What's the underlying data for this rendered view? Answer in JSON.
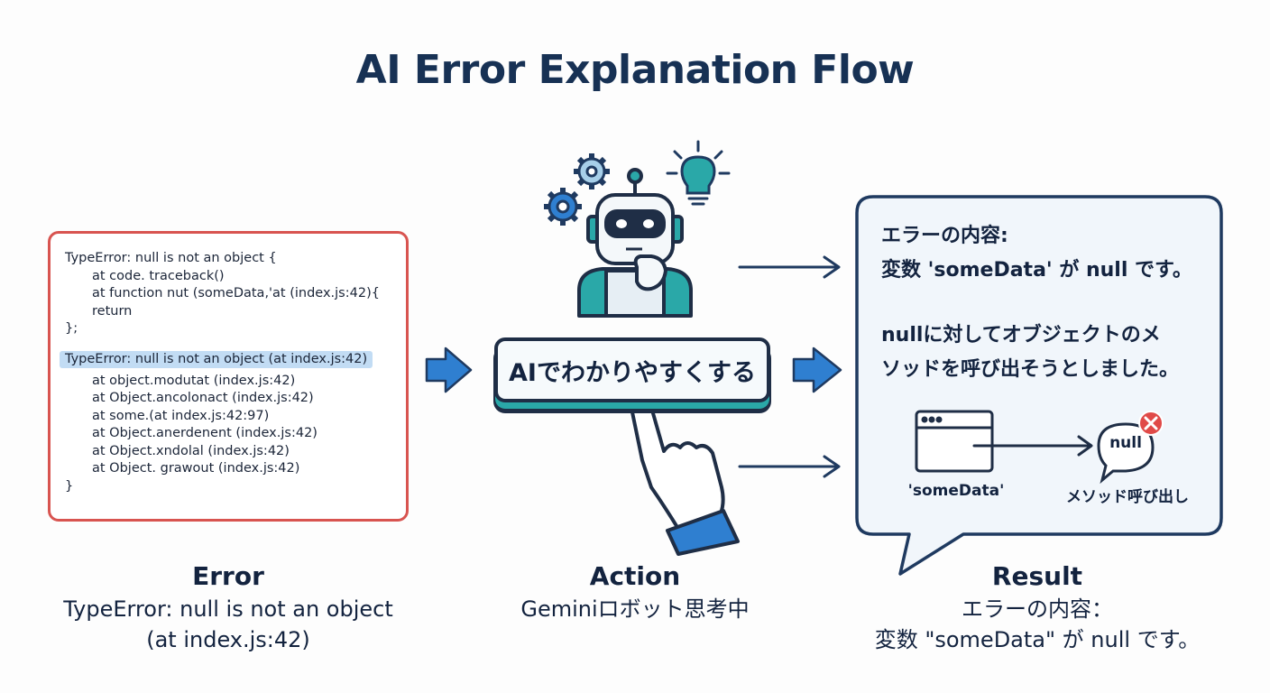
{
  "title": "AI Error Explanation Flow",
  "colors": {
    "dark_navy": "#1f2e46",
    "error_red": "#d85450",
    "teal": "#2aa8a8",
    "arrow_blue": "#2f7fd0",
    "highlight_blue": "#c2dcf4",
    "result_border": "#1f3a60",
    "result_bg": "#f1f6fb"
  },
  "error_panel": {
    "lines": [
      {
        "text": "TypeError: null is not an object {",
        "indent": false,
        "highlight": false
      },
      {
        "text": "at code. traceback()",
        "indent": true,
        "highlight": false
      },
      {
        "text": "at function nut (someData,'at (index.js:42){",
        "indent": true,
        "highlight": false
      },
      {
        "text": "return",
        "indent": true,
        "highlight": false
      },
      {
        "text": "};",
        "indent": false,
        "highlight": false
      },
      {
        "text": "",
        "indent": false,
        "highlight": false
      },
      {
        "text": "TypeError: null is not an object (at index.js:42)",
        "indent": false,
        "highlight": true
      },
      {
        "text": "at object.modutat (index.js:42)",
        "indent": true,
        "highlight": false
      },
      {
        "text": "at Object.ancolonact (index.js:42)",
        "indent": true,
        "highlight": false
      },
      {
        "text": "at some.(at index.js:42:97)",
        "indent": true,
        "highlight": false
      },
      {
        "text": "at Object.anerdenent (index.js:42)",
        "indent": true,
        "highlight": false
      },
      {
        "text": "at Object.xndolal (index.js:42)",
        "indent": true,
        "highlight": false
      },
      {
        "text": "at Object. grawout (index.js:42)",
        "indent": true,
        "highlight": false
      },
      {
        "text": "}",
        "indent": false,
        "highlight": false
      }
    ]
  },
  "action": {
    "button_label": "AIでわかりやすくする",
    "icons": [
      "robot-icon",
      "gear-icon",
      "lightbulb-icon",
      "pointing-hand-icon"
    ]
  },
  "result": {
    "line1": "エラーの内容:",
    "line2": "変数 'someData' が null です。",
    "line3": "nullに対してオブジェクトのメ",
    "line4": "ソッドを呼び出そうとしました。",
    "window_label": "'someData'",
    "null_label": "null",
    "method_label": "メソッド呼び出し"
  },
  "captions": {
    "error": {
      "heading": "Error",
      "line1": "TypeError: null is not an object",
      "line2": "(at index.js:42)"
    },
    "action": {
      "heading": "Action",
      "line1": "Geminiロボット思考中"
    },
    "result": {
      "heading": "Result",
      "line1": "エラーの内容：",
      "line2": "変数 \"someData\" が null です。"
    }
  }
}
